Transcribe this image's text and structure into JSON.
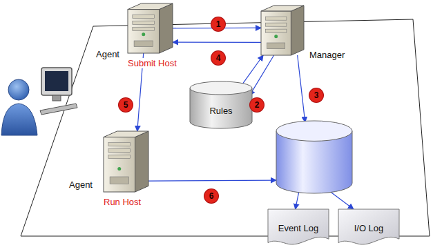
{
  "diagram": {
    "nodes": [
      {
        "text": [
          "Agent",
          "Submit Host"
        ]
      },
      {
        "text": [
          "Manager"
        ]
      },
      {
        "text": [
          "Rules"
        ]
      },
      {
        "text": []
      },
      {
        "text": [
          "Agent",
          "Run Host"
        ]
      },
      {
        "text": [
          "Event Log"
        ]
      },
      {
        "text": [
          "I/O Log"
        ]
      }
    ],
    "edges": [
      {
        "from": 0,
        "to": 1,
        "arrow": "to"
      },
      {
        "from": 1,
        "to": 0,
        "arrow": "to"
      },
      {
        "from": 1,
        "to": 2,
        "arrow": "to"
      },
      {
        "from": 2,
        "to": 1,
        "arrow": "to"
      },
      {
        "from": 1,
        "to": 3,
        "arrow": "to"
      },
      {
        "from": 0,
        "to": 4,
        "arrow": "to"
      },
      {
        "from": 4,
        "to": 3,
        "arrow": "to"
      },
      {
        "from": 3,
        "to": 5,
        "arrow": "to"
      },
      {
        "from": 3,
        "to": 6,
        "arrow": "to"
      }
    ],
    "labels": [
      "1",
      "2",
      "3",
      "4",
      "5",
      "6"
    ]
  }
}
